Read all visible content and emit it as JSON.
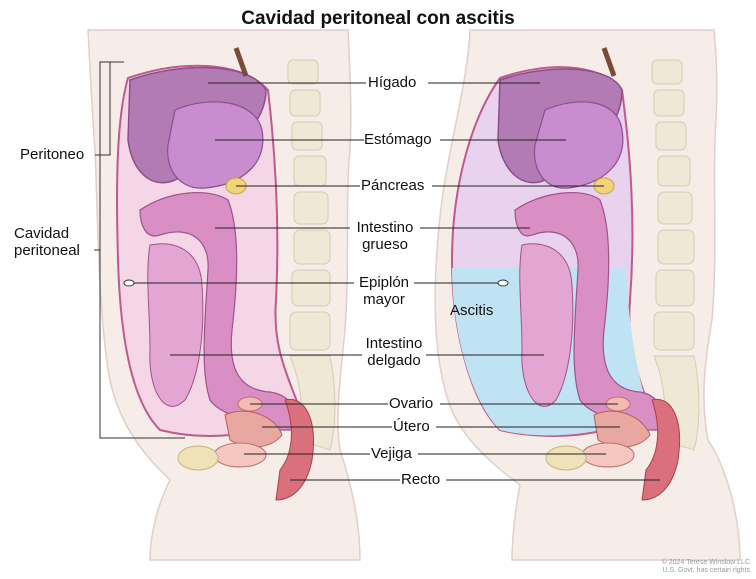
{
  "title": "Cavidad peritoneal con ascitis",
  "labels": {
    "higado": "Hígado",
    "estomago": "Estómago",
    "pancreas": "Páncreas",
    "intestino_grueso_1": "Intestino",
    "intestino_grueso_2": "grueso",
    "epiplon_1": "Epiplón",
    "epiplon_2": "mayor",
    "intestino_delgado_1": "Intestino",
    "intestino_delgado_2": "delgado",
    "ovario": "Ovario",
    "utero": "Útero",
    "vejiga": "Vejiga",
    "recto": "Recto",
    "peritoneo": "Peritoneo",
    "cavidad_1": "Cavidad",
    "cavidad_2": "peritoneal",
    "ascitis": "Ascitis"
  },
  "credit": {
    "line1": "© 2024 Terese Winslow LLC",
    "line2": "U.S. Govt. has certain rights"
  },
  "colors": {
    "organ_pink": "#d98fc4",
    "liver_purple": "#b27bb3",
    "ascites_blue": "#bfe3f2",
    "cavity_lavender": "#e8d2ee",
    "skin": "#f4e9e6",
    "bone": "#f0ead8"
  }
}
